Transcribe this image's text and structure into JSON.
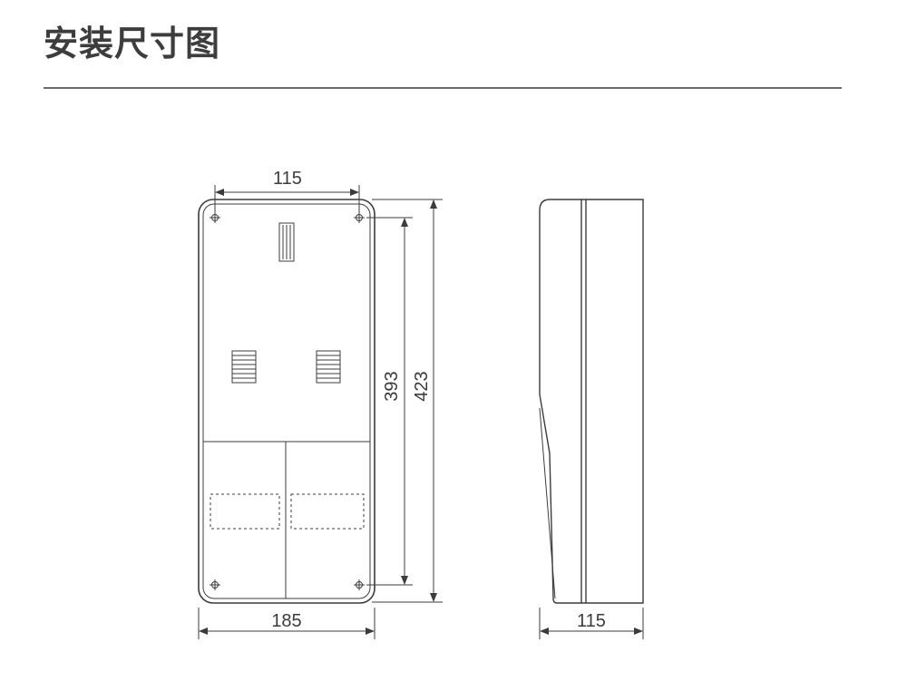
{
  "title": "安装尺寸图",
  "dimensions": {
    "front_top_width": "115",
    "front_inner_height": "393",
    "front_total_height": "423",
    "front_bottom_width": "185",
    "side_depth": "115"
  }
}
